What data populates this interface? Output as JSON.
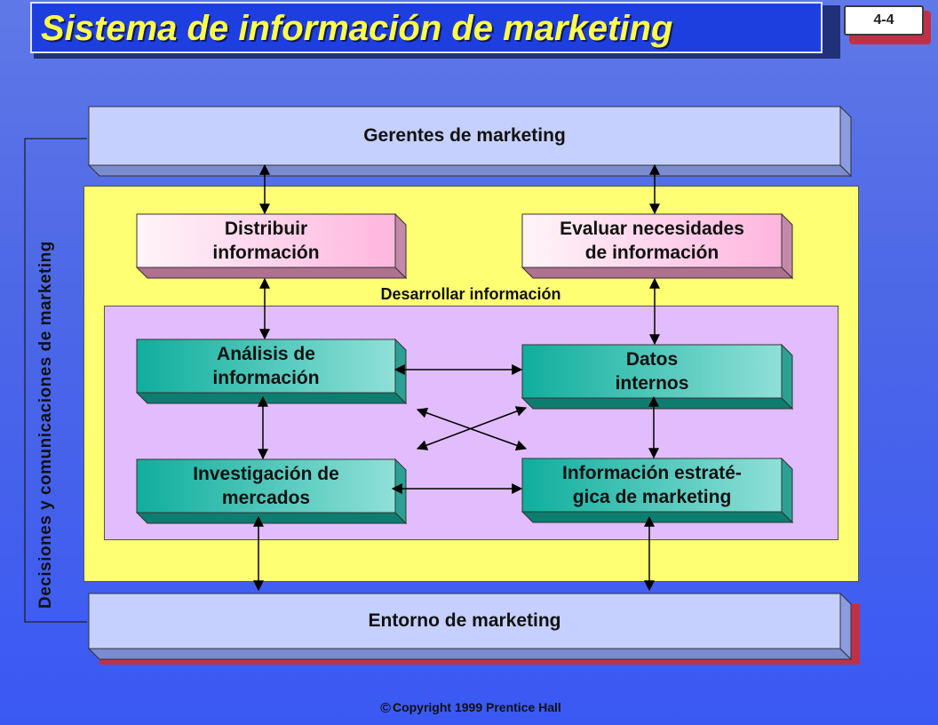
{
  "header": {
    "title": "Sistema de información de marketing",
    "slide_number": "4-4"
  },
  "diagram": {
    "managers": "Gerentes de marketing",
    "environment": "Entorno de marketing",
    "develop_label": "Desarrollar información",
    "side_label": "Decisiones y comunicaciones de marketing",
    "distribute": [
      "Distribuir",
      "información"
    ],
    "assess_needs": [
      "Evaluar necesidades",
      "de información"
    ],
    "analysis": [
      "Análisis de",
      "información"
    ],
    "internal_data": [
      "Datos",
      "internos"
    ],
    "research": [
      "Investigación de",
      "mercados"
    ],
    "intelligence": [
      "Información estraté-",
      "gica de marketing"
    ]
  },
  "footer": {
    "copyright": "Copyright 1999 Prentice Hall",
    "copyright_symbol": "©"
  },
  "colors": {
    "background": "#4d68e6",
    "title_box": "#1e3fe0",
    "title_text": "#ffff4a",
    "panel_yellow": "#ffff73",
    "panel_purple": "#e2bdfd",
    "manager_box": "#c5d0ff",
    "pink_box": "#ffbbe0",
    "teal_box": "#17b8a6"
  }
}
